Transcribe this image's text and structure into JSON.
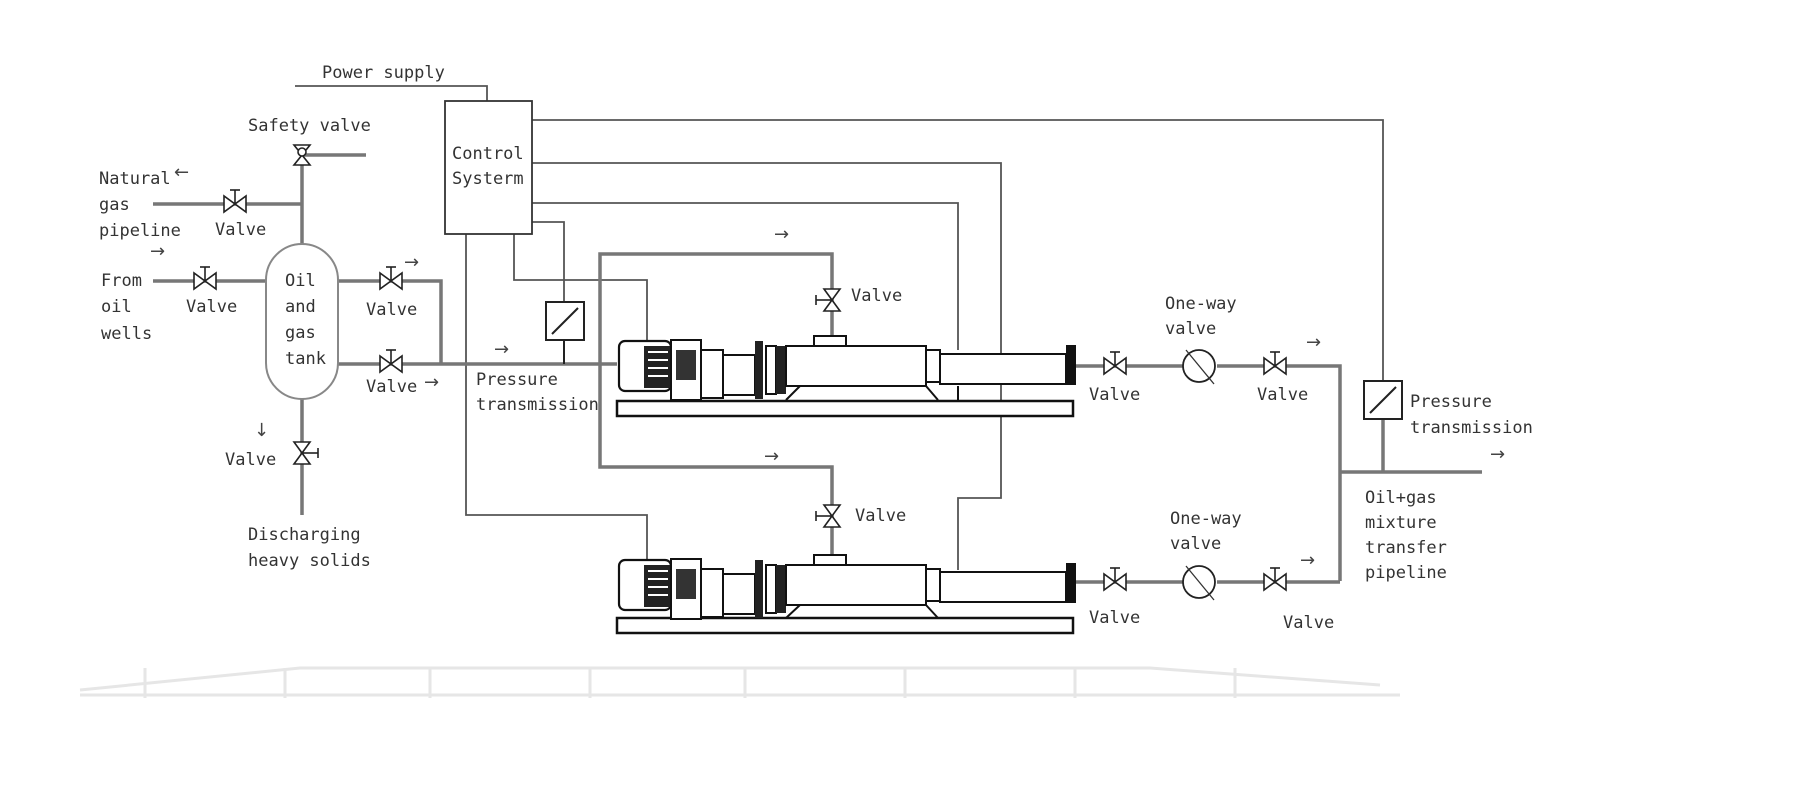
{
  "labels": {
    "power_supply": "Power supply",
    "safety_valve": "Safety  valve",
    "control_system_line1": "Control",
    "control_system_line2": "Systerm",
    "natural_gas_line1": "Natural",
    "natural_gas_line2": "gas",
    "natural_gas_line3": "pipeline",
    "from_wells_line1": "From",
    "from_wells_line2": "oil",
    "from_wells_line3": "wells",
    "tank_line1": "Oil",
    "tank_line2": "and",
    "tank_line3": "gas",
    "tank_line4": "tank",
    "valve": "Valve",
    "pressure_line1": "Pressure",
    "pressure_line2": "transmission",
    "discharging_line1": "Discharging",
    "discharging_line2": "heavy solids",
    "oneway_line1": "One-way",
    "oneway_line2": "valve",
    "mixture_line1": "Oil+gas",
    "mixture_line2": "mixture",
    "mixture_line3": "transfer",
    "mixture_line4": "pipeline"
  },
  "arrow_glyph_right": "→",
  "arrow_glyph_left": "←",
  "arrow_glyph_down": "↓"
}
